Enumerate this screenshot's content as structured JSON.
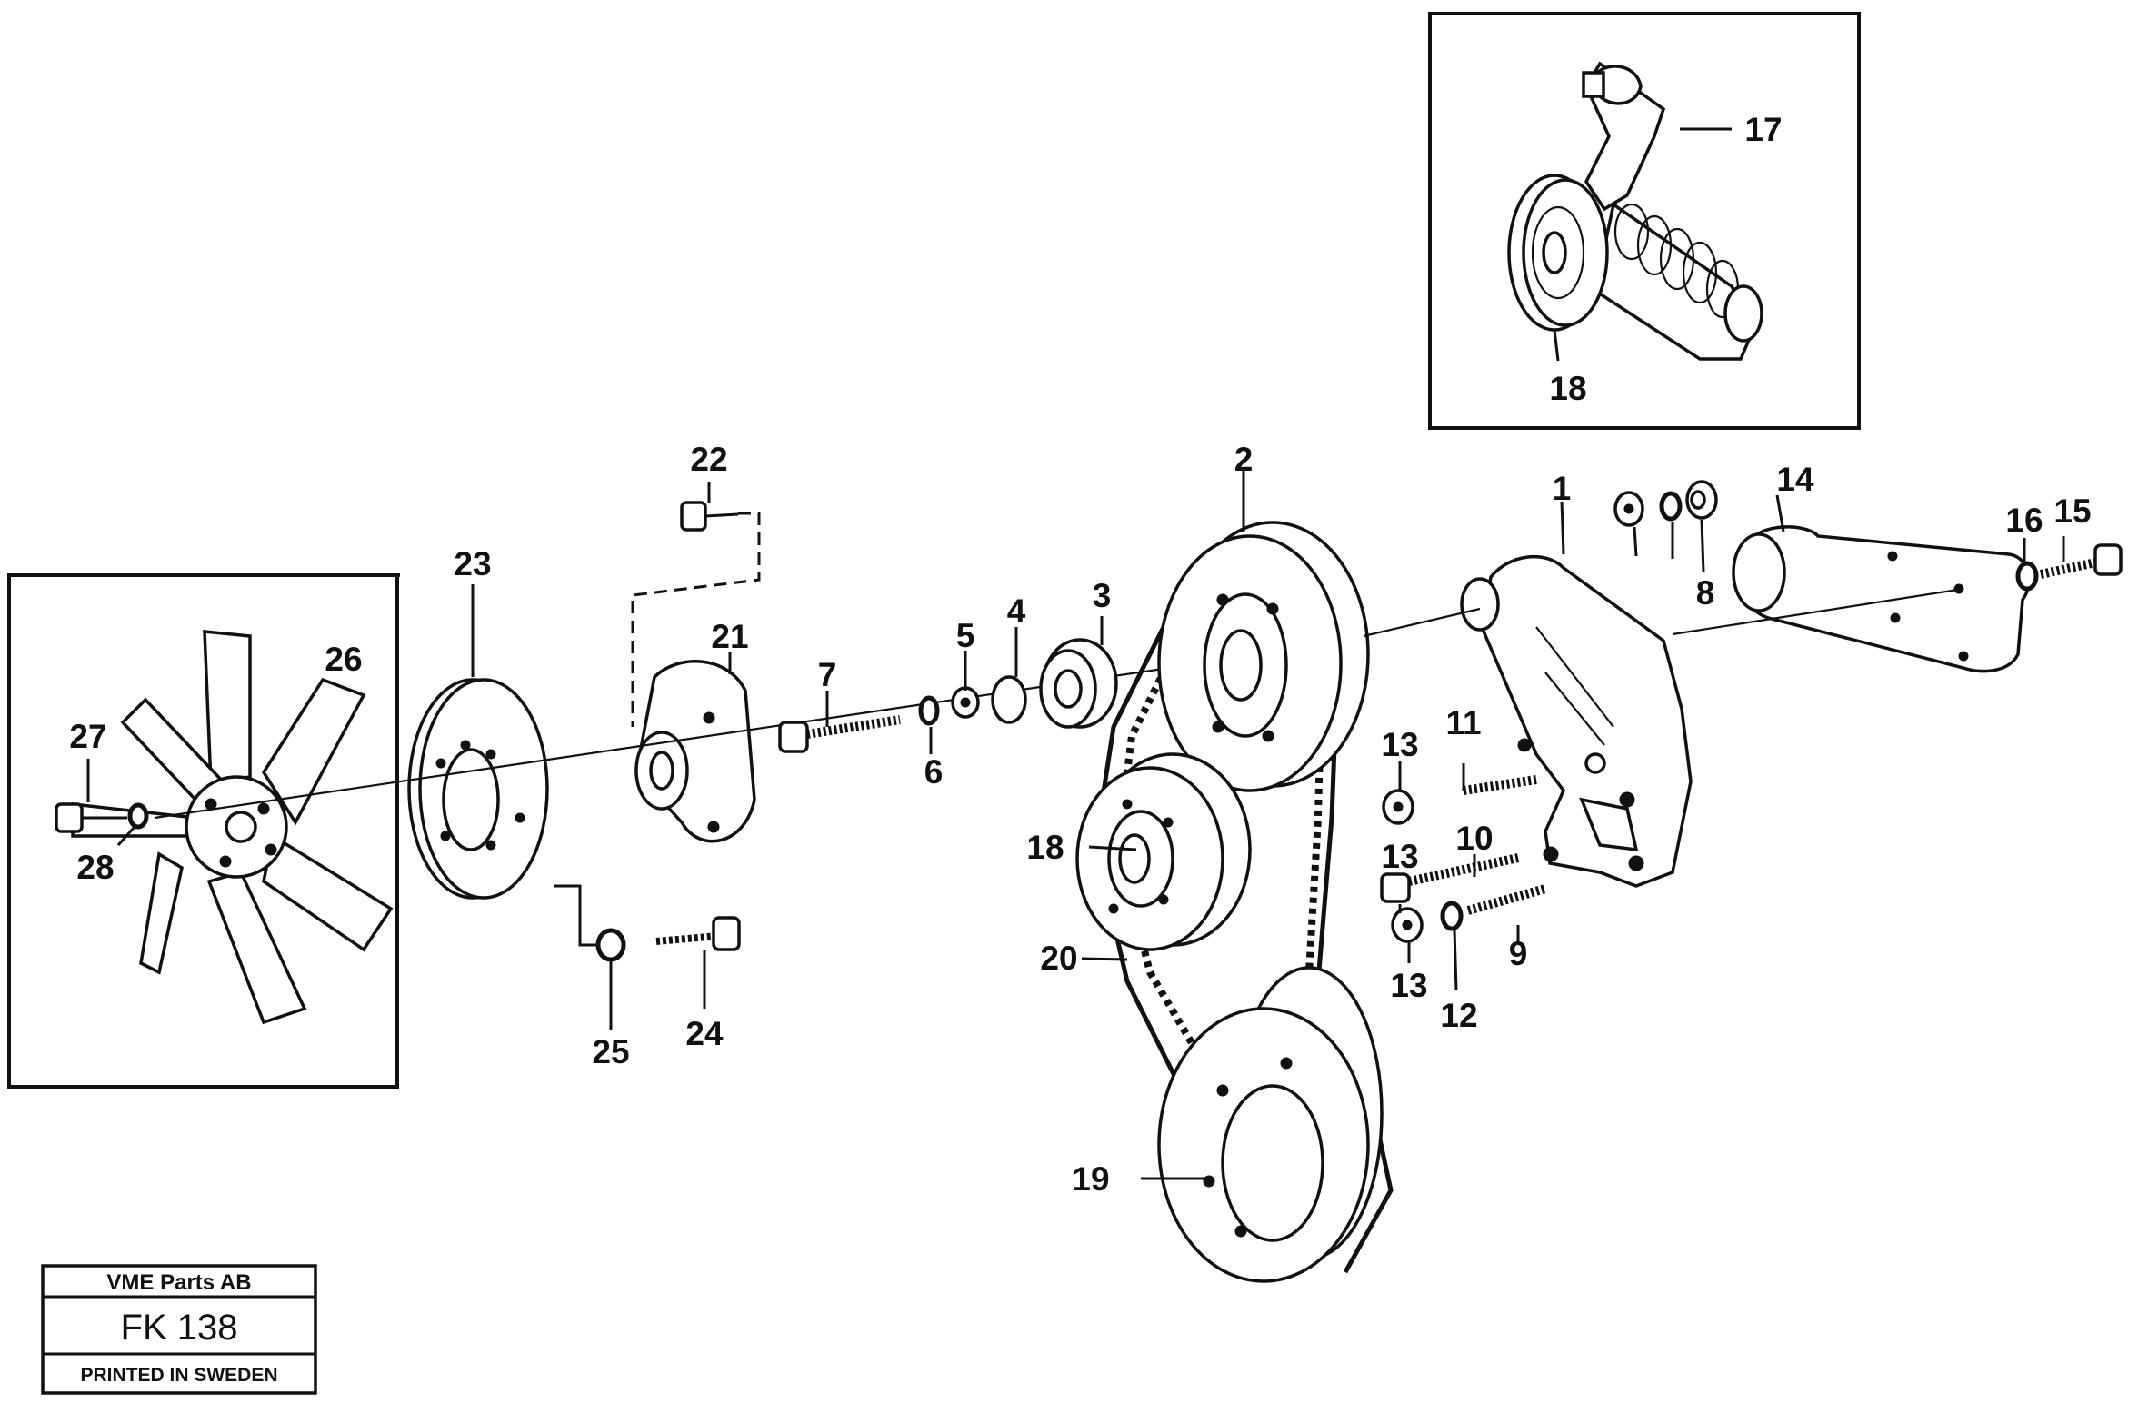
{
  "title_block": {
    "company": "VME Parts AB",
    "code": "FK 138",
    "note": "PRINTED IN SWEDEN"
  },
  "callouts": [
    "1",
    "2",
    "3",
    "4",
    "5",
    "6",
    "7",
    "8",
    "9",
    "10",
    "11",
    "12",
    "13",
    "14",
    "15",
    "16",
    "17",
    "18",
    "19",
    "20",
    "21",
    "22",
    "23",
    "24",
    "25",
    "26",
    "27",
    "28"
  ]
}
